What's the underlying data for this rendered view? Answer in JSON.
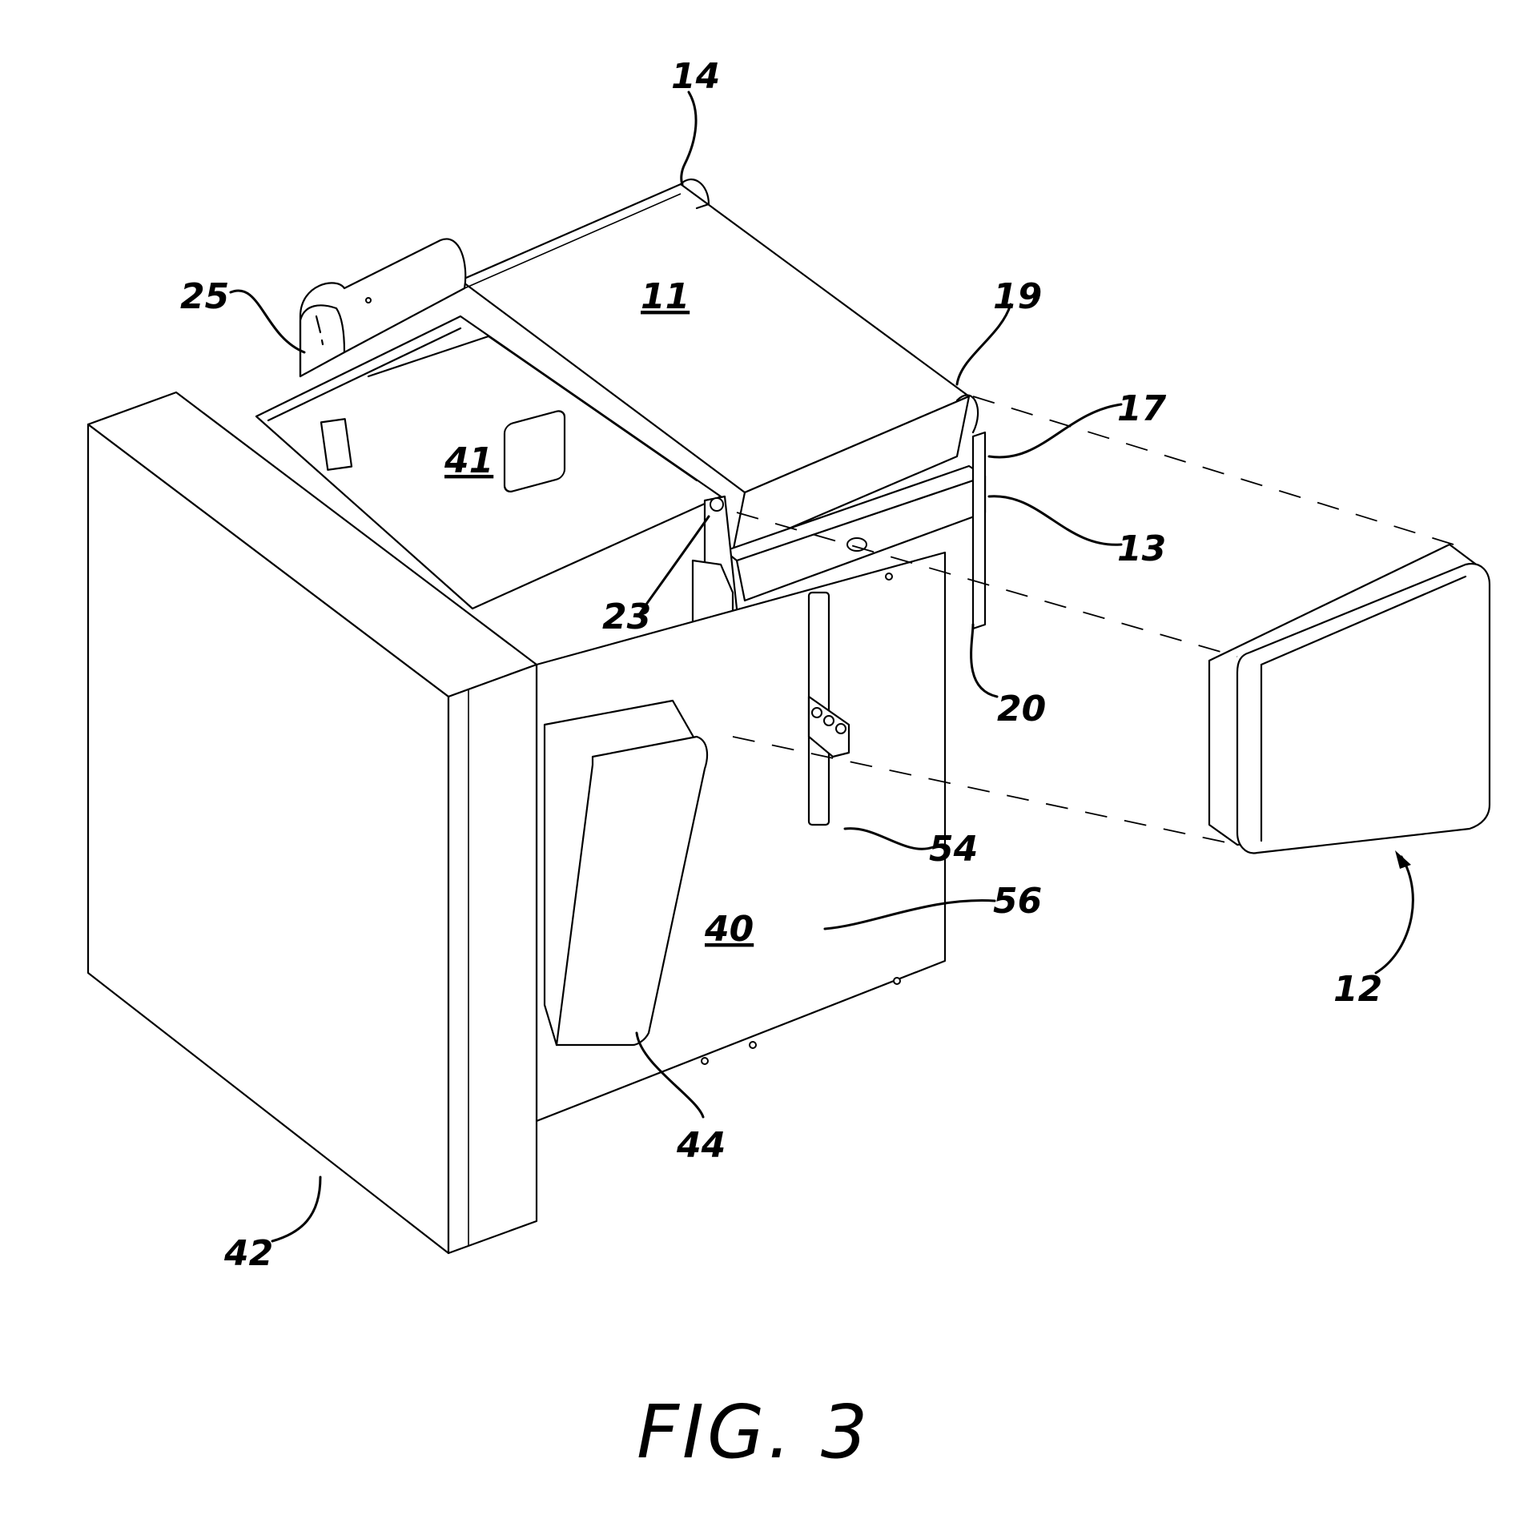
{
  "figure": {
    "caption": "FIG. 3",
    "labels": {
      "frame_top": "11",
      "assembly_arrow": "12",
      "crossbar": "13",
      "top_roller": "14",
      "side_bracket": "17",
      "upper_pivot": "19",
      "lower_pivot": "20",
      "hinge_plate": "23",
      "motor_housing": "25",
      "side_panel": "40",
      "inner_panel": "41",
      "front_panel": "42",
      "pocket_housing": "44",
      "clamp_block": "54",
      "slot": "56"
    }
  }
}
